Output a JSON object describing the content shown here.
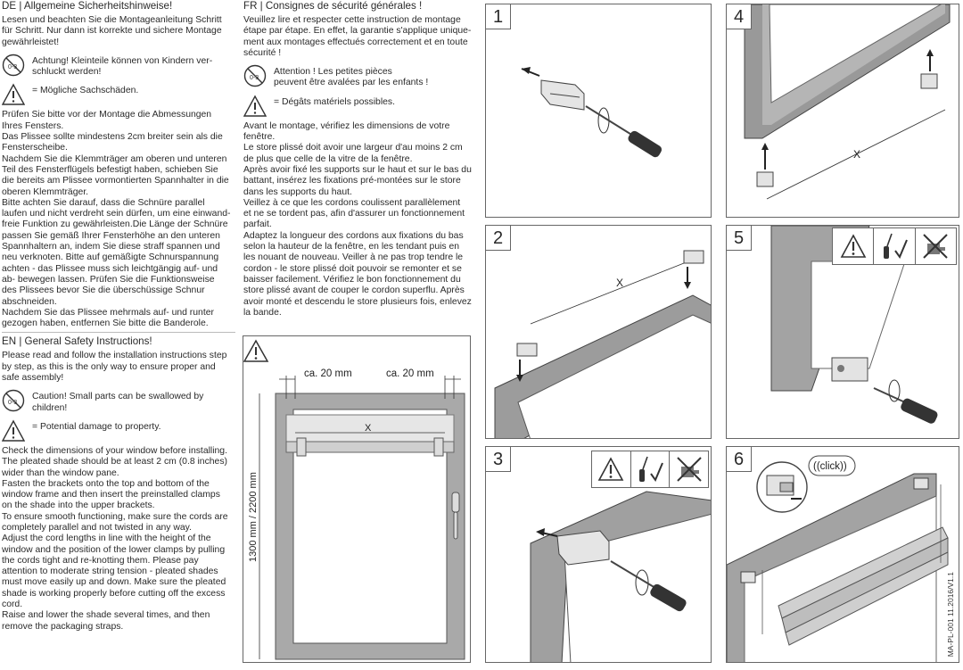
{
  "de": {
    "heading": "DE | Allgemeine Sicherheitshinweise!",
    "intro": "Lesen und beachten Sie die Montageanleitung Schritt\nfür Schritt. Nur dann ist korrekte und sichere Montage\ngewährleistet!",
    "warn_small_parts": "Achtung! Kleinteile können von Kindern ver-\nschluckt werden!",
    "warn_damage": "= Mögliche Sachschäden.",
    "body": "Prüfen Sie bitte vor der Montage die Abmessungen\nIhres Fensters.\nDas Plissee sollte mindestens 2cm breiter sein als die\nFensterscheibe.\nNachdem Sie die Klemmträger am oberen und unteren\nTeil des Fensterflügels befestigt haben, schieben Sie\ndie bereits am Plissee vormontierten Spannhalter in die\noberen Klemmträger.\nBitte achten Sie darauf, dass die Schnüre parallel\nlaufen und nicht verdreht sein dürfen, um eine einwand-\nfreie Funktion zu gewährleisten.Die Länge der Schnüre\npassen Sie gemäß Ihrer Fensterhöhe an den unteren\nSpannhaltern an, indem Sie diese straff spannen und\nneu verknoten. Bitte auf gemäßigte Schnurspannung\nachten - das Plissee muss sich leichtgängig auf- und\nab- bewegen lassen. Prüfen Sie die Funktionsweise\ndes Plissees bevor Sie die überschüssige Schnur\nabschneiden.\nNachdem Sie das Plissee mehrmals auf- und runter\ngezogen haben, entfernen Sie bitte die Banderole."
  },
  "en": {
    "heading": "EN | General Safety Instructions!",
    "intro": "Please read and follow the installation instructions step\nby step, as this is the only way to ensure proper and\nsafe assembly!",
    "warn_small_parts": "Caution! Small parts can be swallowed by\nchildren!",
    "warn_damage": "= Potential damage to property.",
    "body": "Check the dimensions of your window before installing.\nThe pleated shade should be at least 2 cm (0.8 inches)\nwider than the window pane.\nFasten the brackets onto the top and bottom of the\nwindow frame and then insert the preinstalled clamps\non the shade into the upper brackets.\nTo ensure smooth functioning, make sure the cords are\ncompletely parallel and not twisted in any way.\nAdjust the cord lengths in line with the height of the\nwindow and the position of the lower clamps by pulling\nthe cords tight and re-knotting them. Please pay\nattention to moderate string tension - pleated shades\nmust move easily up and down. Make sure the pleated\nshade is working properly before cutting off the excess\ncord.\nRaise and lower the shade several times, and then\nremove the packaging straps."
  },
  "fr": {
    "heading": "FR | Consignes de sécurité générales !",
    "intro": "Veuillez lire et respecter cette instruction de montage\nétape par étape. En effet, la garantie s'applique unique-\nment aux montages effectués correctement et en toute\nsécurité !",
    "warn_small_parts": "Attention ! Les petites pièces\npeuvent être avalées par les enfants !",
    "warn_damage": "= Dégâts matériels possibles.",
    "body": "Avant le montage, vérifiez les dimensions de votre\nfenêtre.\nLe store plissé doit avoir une largeur d'au moins 2 cm\nde plus que celle de la vitre de la fenêtre.\nAprès avoir fixé les supports sur le haut et sur le bas du\nbattant, insérez les fixations pré-montées sur le store\ndans les supports du haut.\nVeillez à ce que les cordons coulissent parallèlement\net ne se tordent pas, afin d'assurer un fonctionnement\nparfait.\nAdaptez la longueur des cordons aux fixations du bas\nselon la hauteur de la fenêtre, en les tendant puis en\nles nouant de nouveau. Veiller à ne pas trop tendre le\ncordon - le store plissé doit pouvoir se remonter et se\nbaisser facilement. Vérifiez le bon fonctionnement du\nstore plissé avant de couper le cordon superflu. Après\navoir monté et descendu le store plusieurs fois, enlevez\nla bande."
  },
  "diagram": {
    "margin_left": "ca. 20 mm",
    "margin_right": "ca. 20 mm",
    "width_label": "X",
    "height_label": "1300 mm / 2200 mm"
  },
  "steps": {
    "s1": "1",
    "s2": "2",
    "s3": "3",
    "s4": "4",
    "s5": "5",
    "s6": "6",
    "x2": "X",
    "x4": "X",
    "click": "((click))",
    "version": "MA-PL-001 11.2016/V1.1"
  },
  "icons": [
    "no-small-parts-icon",
    "warning-triangle-icon",
    "screwdriver-icon",
    "checkmark-icon",
    "no-drill-icon"
  ]
}
